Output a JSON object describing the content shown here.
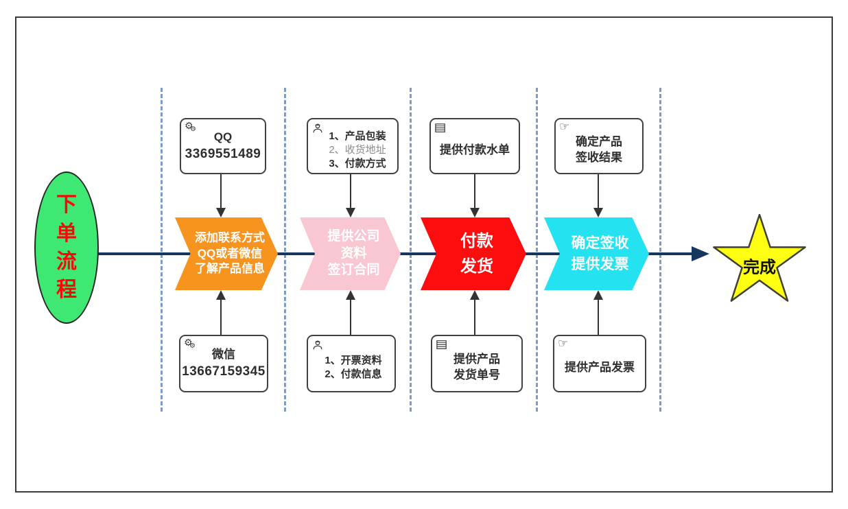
{
  "colors": {
    "frame_border": "#3b3b3b",
    "main_line": "#15375f",
    "arrow": "#333333",
    "dashed_guide": "#7c9bc5",
    "start_fill": "#3ee873",
    "start_text": "#fb0707",
    "step1_fill": "#f79420",
    "step2_fill": "#f9c7d2",
    "step3_fill": "#fd0d0d",
    "step4_fill": "#25e2f0",
    "step_text": "#ffffff",
    "star_fill": "#ffff12",
    "star_stroke": "#3f3f33",
    "note_border": "#404040",
    "note_text": "#2e2e2e",
    "note_gray": "#8c8c8c"
  },
  "icons": {
    "gear_glyph": "⚙",
    "pointing_hand_glyph": "☞"
  },
  "start_node": {
    "label": "下单流程"
  },
  "end_node": {
    "label": "完成"
  },
  "steps": [
    {
      "lines": [
        "添加联系方式",
        "QQ或者微信",
        "了解产品信息"
      ]
    },
    {
      "lines": [
        "提供公司",
        "资料",
        "签订合同"
      ]
    },
    {
      "lines": [
        "付款",
        "发货"
      ]
    },
    {
      "lines": [
        "确定签收",
        "提供发票"
      ]
    }
  ],
  "notes_top": [
    {
      "icon": "gears-icon",
      "lines": [
        "QQ",
        "3369551489"
      ]
    },
    {
      "icon": "engineer-icon",
      "lines": [
        "1、产品包装",
        "2、收货地址",
        "3、付款方式"
      ]
    },
    {
      "icon": "table-icon",
      "lines": [
        "提供付款水单"
      ]
    },
    {
      "icon": "pointing-hand-icon",
      "lines": [
        "确定产品",
        "签收结果"
      ]
    }
  ],
  "notes_bottom": [
    {
      "icon": "gears-icon",
      "lines": [
        "微信",
        "13667159345"
      ]
    },
    {
      "icon": "engineer-icon",
      "lines": [
        "1、开票资料",
        "2、付款信息"
      ]
    },
    {
      "icon": "table-icon",
      "lines": [
        "提供产品",
        "发货单号"
      ]
    },
    {
      "icon": "pointing-hand-icon",
      "lines": [
        "提供产品发票"
      ]
    }
  ]
}
